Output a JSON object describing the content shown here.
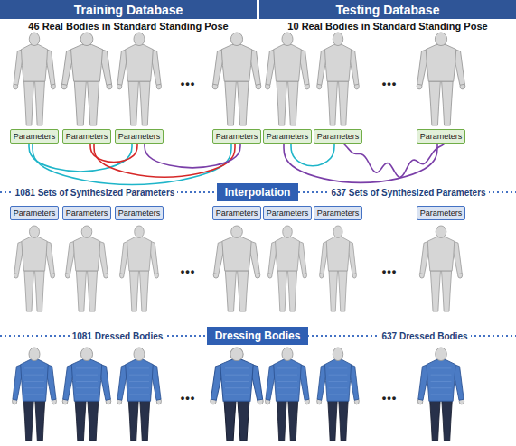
{
  "diagram": {
    "nodes": [
      {
        "text": [
          "Training Database"
        ]
      },
      {
        "text": [
          "Testing Database"
        ]
      },
      {
        "text": [
          "Parameters"
        ]
      },
      {
        "text": [
          "Parameters"
        ]
      },
      {
        "text": [
          "Parameters"
        ]
      },
      {
        "text": [
          "Parameters"
        ]
      },
      {
        "text": [
          "Parameters"
        ]
      },
      {
        "text": [
          "Parameters"
        ]
      },
      {
        "text": [
          "Parameters"
        ]
      },
      {
        "text": [
          "Interpolation"
        ]
      },
      {
        "text": [
          "Parameters"
        ]
      },
      {
        "text": [
          "Parameters"
        ]
      },
      {
        "text": [
          "Parameters"
        ]
      },
      {
        "text": [
          "Parameters"
        ]
      },
      {
        "text": [
          "Parameters"
        ]
      },
      {
        "text": [
          "Parameters"
        ]
      },
      {
        "text": [
          "Parameters"
        ]
      },
      {
        "text": [
          "Dressing Bodies"
        ]
      }
    ],
    "edges": [
      {
        "from": 2,
        "to": 4,
        "arrow": "none"
      },
      {
        "from": 2,
        "to": 5,
        "arrow": "none"
      },
      {
        "from": 3,
        "to": 4,
        "arrow": "none"
      },
      {
        "from": 3,
        "to": 5,
        "arrow": "none"
      },
      {
        "from": 4,
        "to": 5,
        "arrow": "none"
      },
      {
        "from": 6,
        "to": 8,
        "arrow": "none"
      },
      {
        "from": 6,
        "to": 7,
        "arrow": "none"
      },
      {
        "from": 7,
        "to": 8,
        "arrow": "none"
      }
    ],
    "labels": [
      "46 Real Bodies in Standard Standing Pose",
      "10 Real Bodies in Standard Standing Pose",
      "1081 Sets of Synthesized Parameters",
      "637 Sets of Synthesized Parameters",
      "1081 Dressed Bodies",
      "637 Dressed Bodies",
      "•••",
      "•••",
      "•••",
      "•••",
      "•••",
      "•••"
    ]
  }
}
